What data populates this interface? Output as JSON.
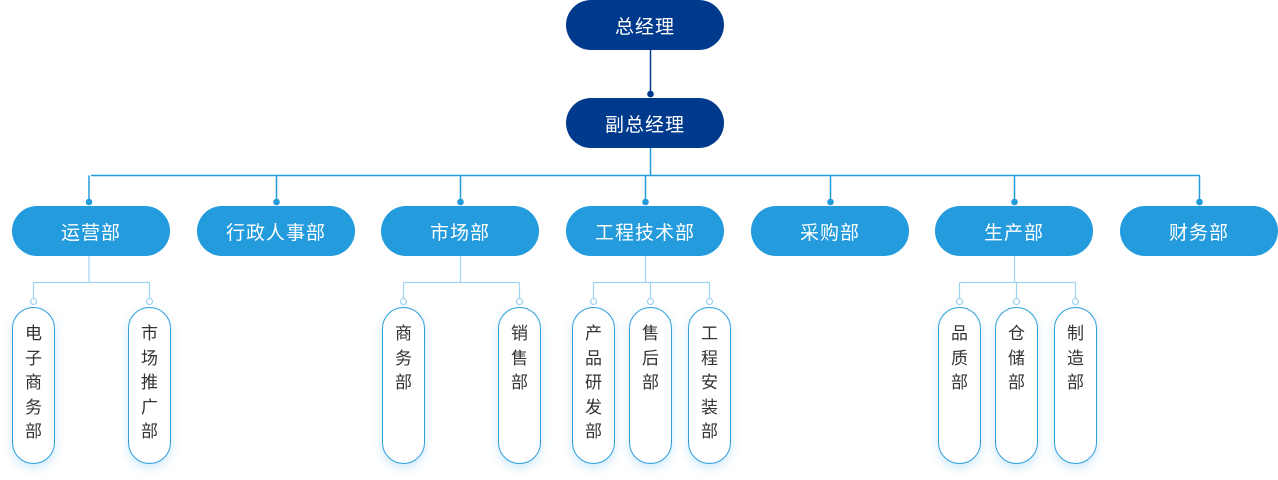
{
  "colors": {
    "top_node": "#003a8c",
    "dept_node": "#239bdd",
    "main_line": "#239bdd",
    "sub_line": "#9fd3ef",
    "pill_border": "#2f9fdc",
    "pill_text": "#333333"
  },
  "org": {
    "ceo": "总经理",
    "vice": "副总经理",
    "departments": [
      {
        "name": "运营部",
        "subs": [
          "电子商务部",
          "市场推广部"
        ]
      },
      {
        "name": "行政人事部",
        "subs": []
      },
      {
        "name": "市场部",
        "subs": [
          "商务部",
          "销售部"
        ]
      },
      {
        "name": "工程技术部",
        "subs": [
          "产品研发部",
          "售后部",
          "工程安装部"
        ]
      },
      {
        "name": "采购部",
        "subs": []
      },
      {
        "name": "生产部",
        "subs": [
          "品质部",
          "仓储部",
          "制造部"
        ]
      },
      {
        "name": "财务部",
        "subs": []
      }
    ]
  }
}
